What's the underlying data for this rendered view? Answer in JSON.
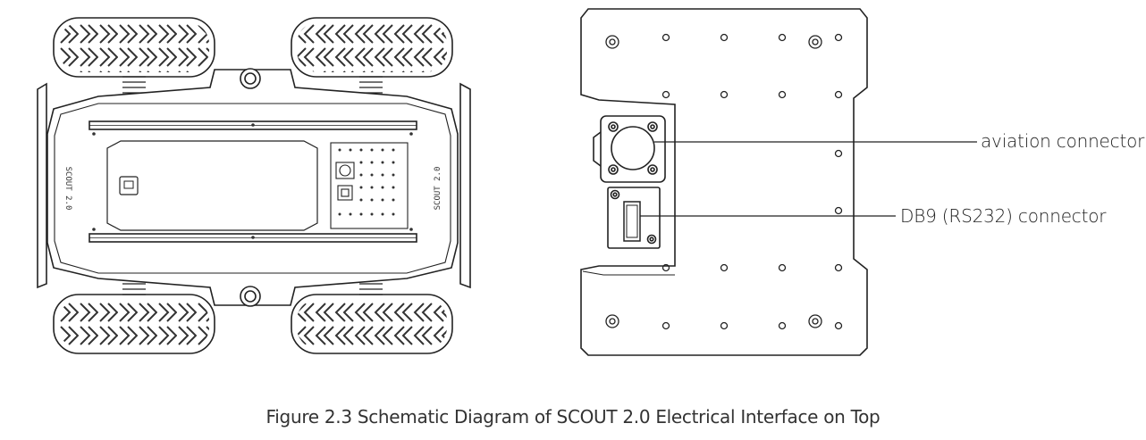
{
  "callouts": {
    "aviation": "aviation connector",
    "db9": "DB9 (RS232) connector"
  },
  "caption": "Figure 2.3 Schematic Diagram of SCOUT 2.0 Electrical Interface on Top",
  "robot_side_text": {
    "left": "SCOUT 2.0",
    "right": "SCOUT 2.0"
  },
  "colors": {
    "line": "#222222",
    "tread": "#333333",
    "background": "#ffffff"
  }
}
